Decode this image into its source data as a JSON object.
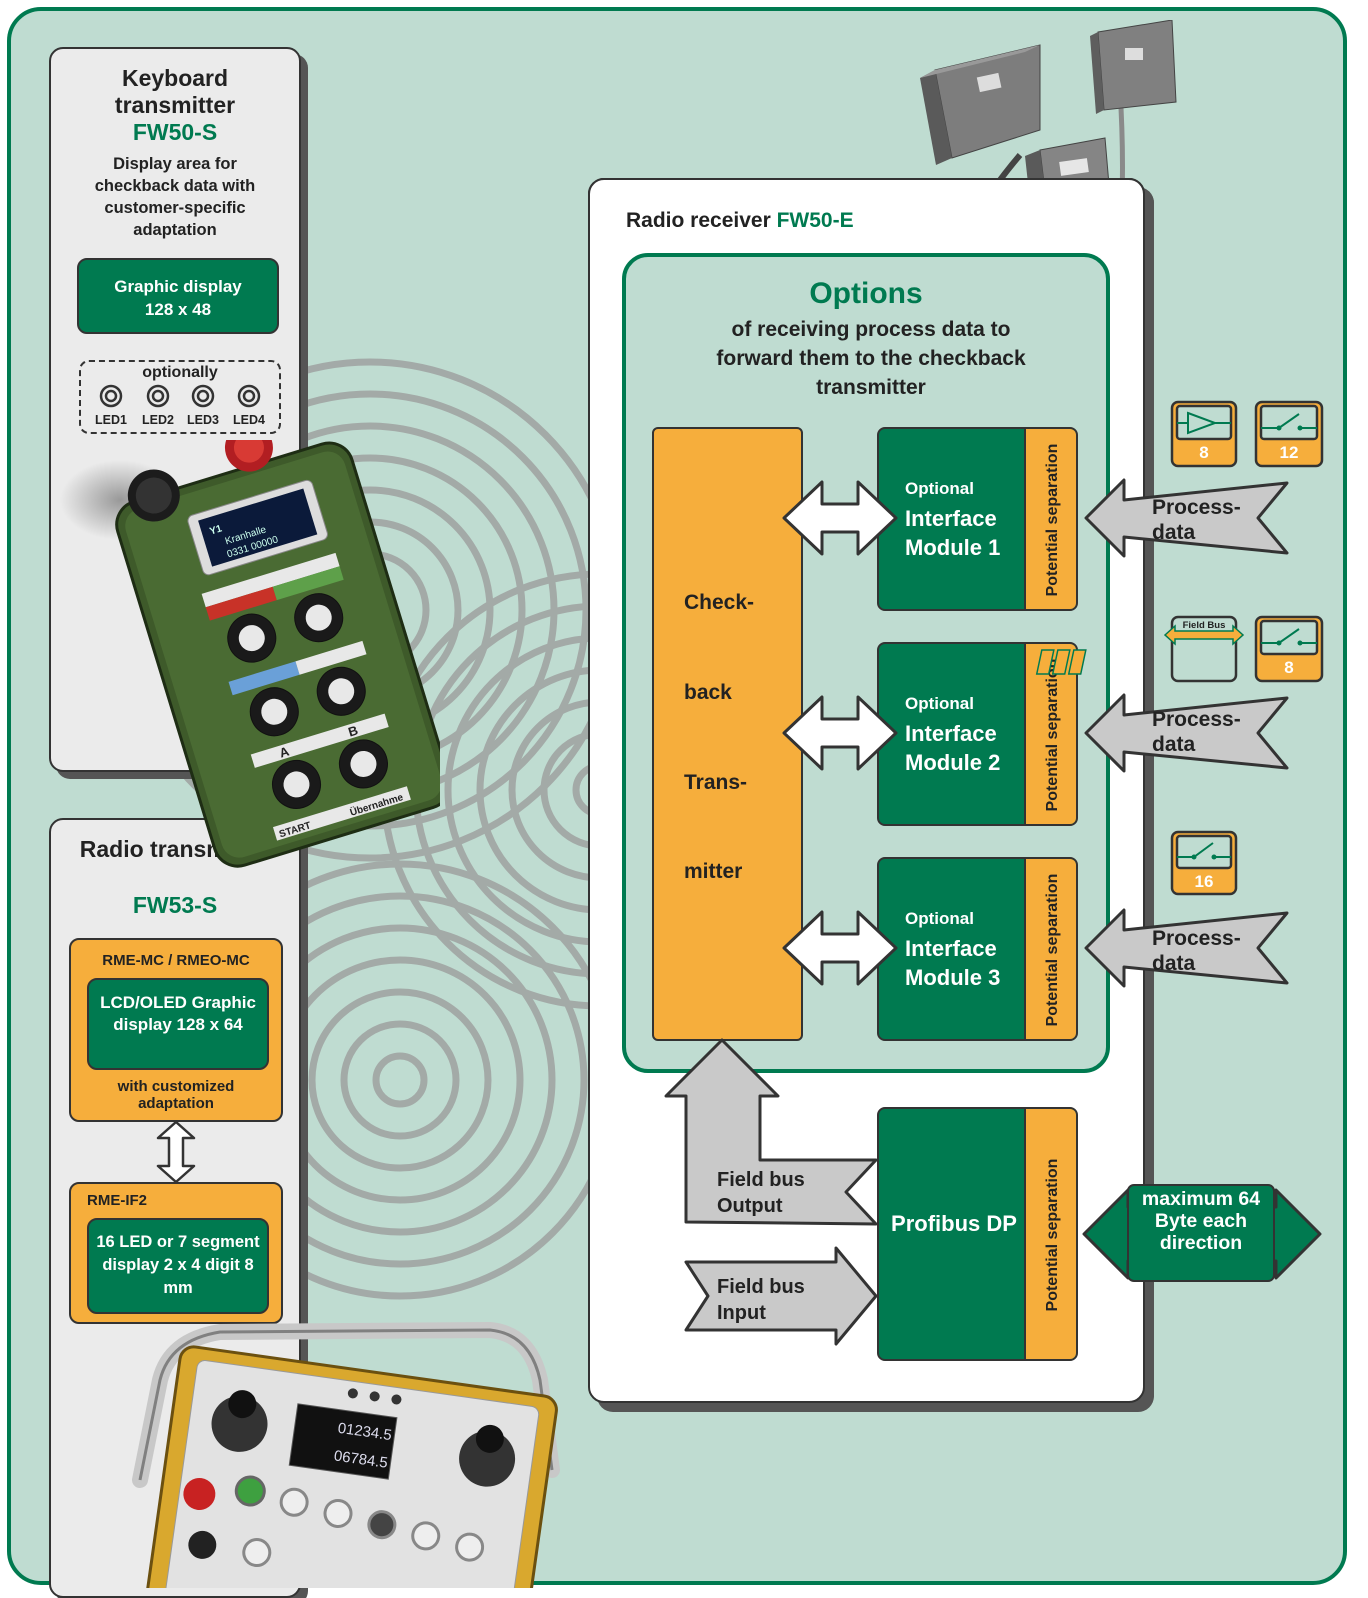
{
  "keyboard": {
    "title": "Keyboard transmitter",
    "model": "FW50-S",
    "description": "Display area for checkback data with customer-specific adaptation",
    "display": "Graphic display 128 x 48",
    "optional_label": "optionally",
    "leds": [
      "LED1",
      "LED2",
      "LED3",
      "LED4"
    ]
  },
  "radio": {
    "title": "Radio transmitter",
    "model": "FW53-S",
    "top_module": "RME-MC / RMEO-MC",
    "top_display": "LCD/OLED Graphic display 128 x 64",
    "top_note": "with customized adaptation",
    "bottom_module": "RME-IF2",
    "bottom_display": "16 LED or 7 segment display 2 x 4 digit 8 mm"
  },
  "receiver": {
    "title_prefix": "Radio receiver",
    "model": "FW50-E",
    "options_title": "Options",
    "options_subtitle": "of receiving process data to forward them to the checkback transmitter",
    "checkback": [
      "Check-",
      "back",
      "Trans-",
      "mitter"
    ],
    "modules": [
      {
        "optional": "Optional",
        "name": "Interface Module 1",
        "sep": "Potential separation",
        "process": "Process-data",
        "badges": [
          "8",
          "12"
        ]
      },
      {
        "optional": "Optional",
        "name": "Interface Module 2",
        "sep": "Potential separation",
        "process": "Process-data",
        "badges": [
          "Field Bus",
          "8"
        ]
      },
      {
        "optional": "Optional",
        "name": "Interface Module 3",
        "sep": "Potential separation",
        "process": "Process-data",
        "badges": [
          "16"
        ]
      }
    ],
    "fieldbus_output": "Field bus Output",
    "fieldbus_input": "Field bus Input",
    "profibus": "Profibus DP",
    "profibus_sep": "Potential separation",
    "profibus_note": "maximum 64 Byte each direction"
  },
  "devices": {
    "handheld_screen_lines": [
      "Y1",
      "Kranhalle",
      "0331 00000"
    ],
    "handheld_labels": [
      "A",
      "B",
      "START",
      "Übernahme"
    ],
    "console_readouts": [
      "01234.5",
      "06784.5"
    ]
  },
  "colors": {
    "green": "#007a50",
    "orange": "#f6ae3c",
    "gray": "#c9c9c9",
    "background": "#bfdcd1"
  }
}
